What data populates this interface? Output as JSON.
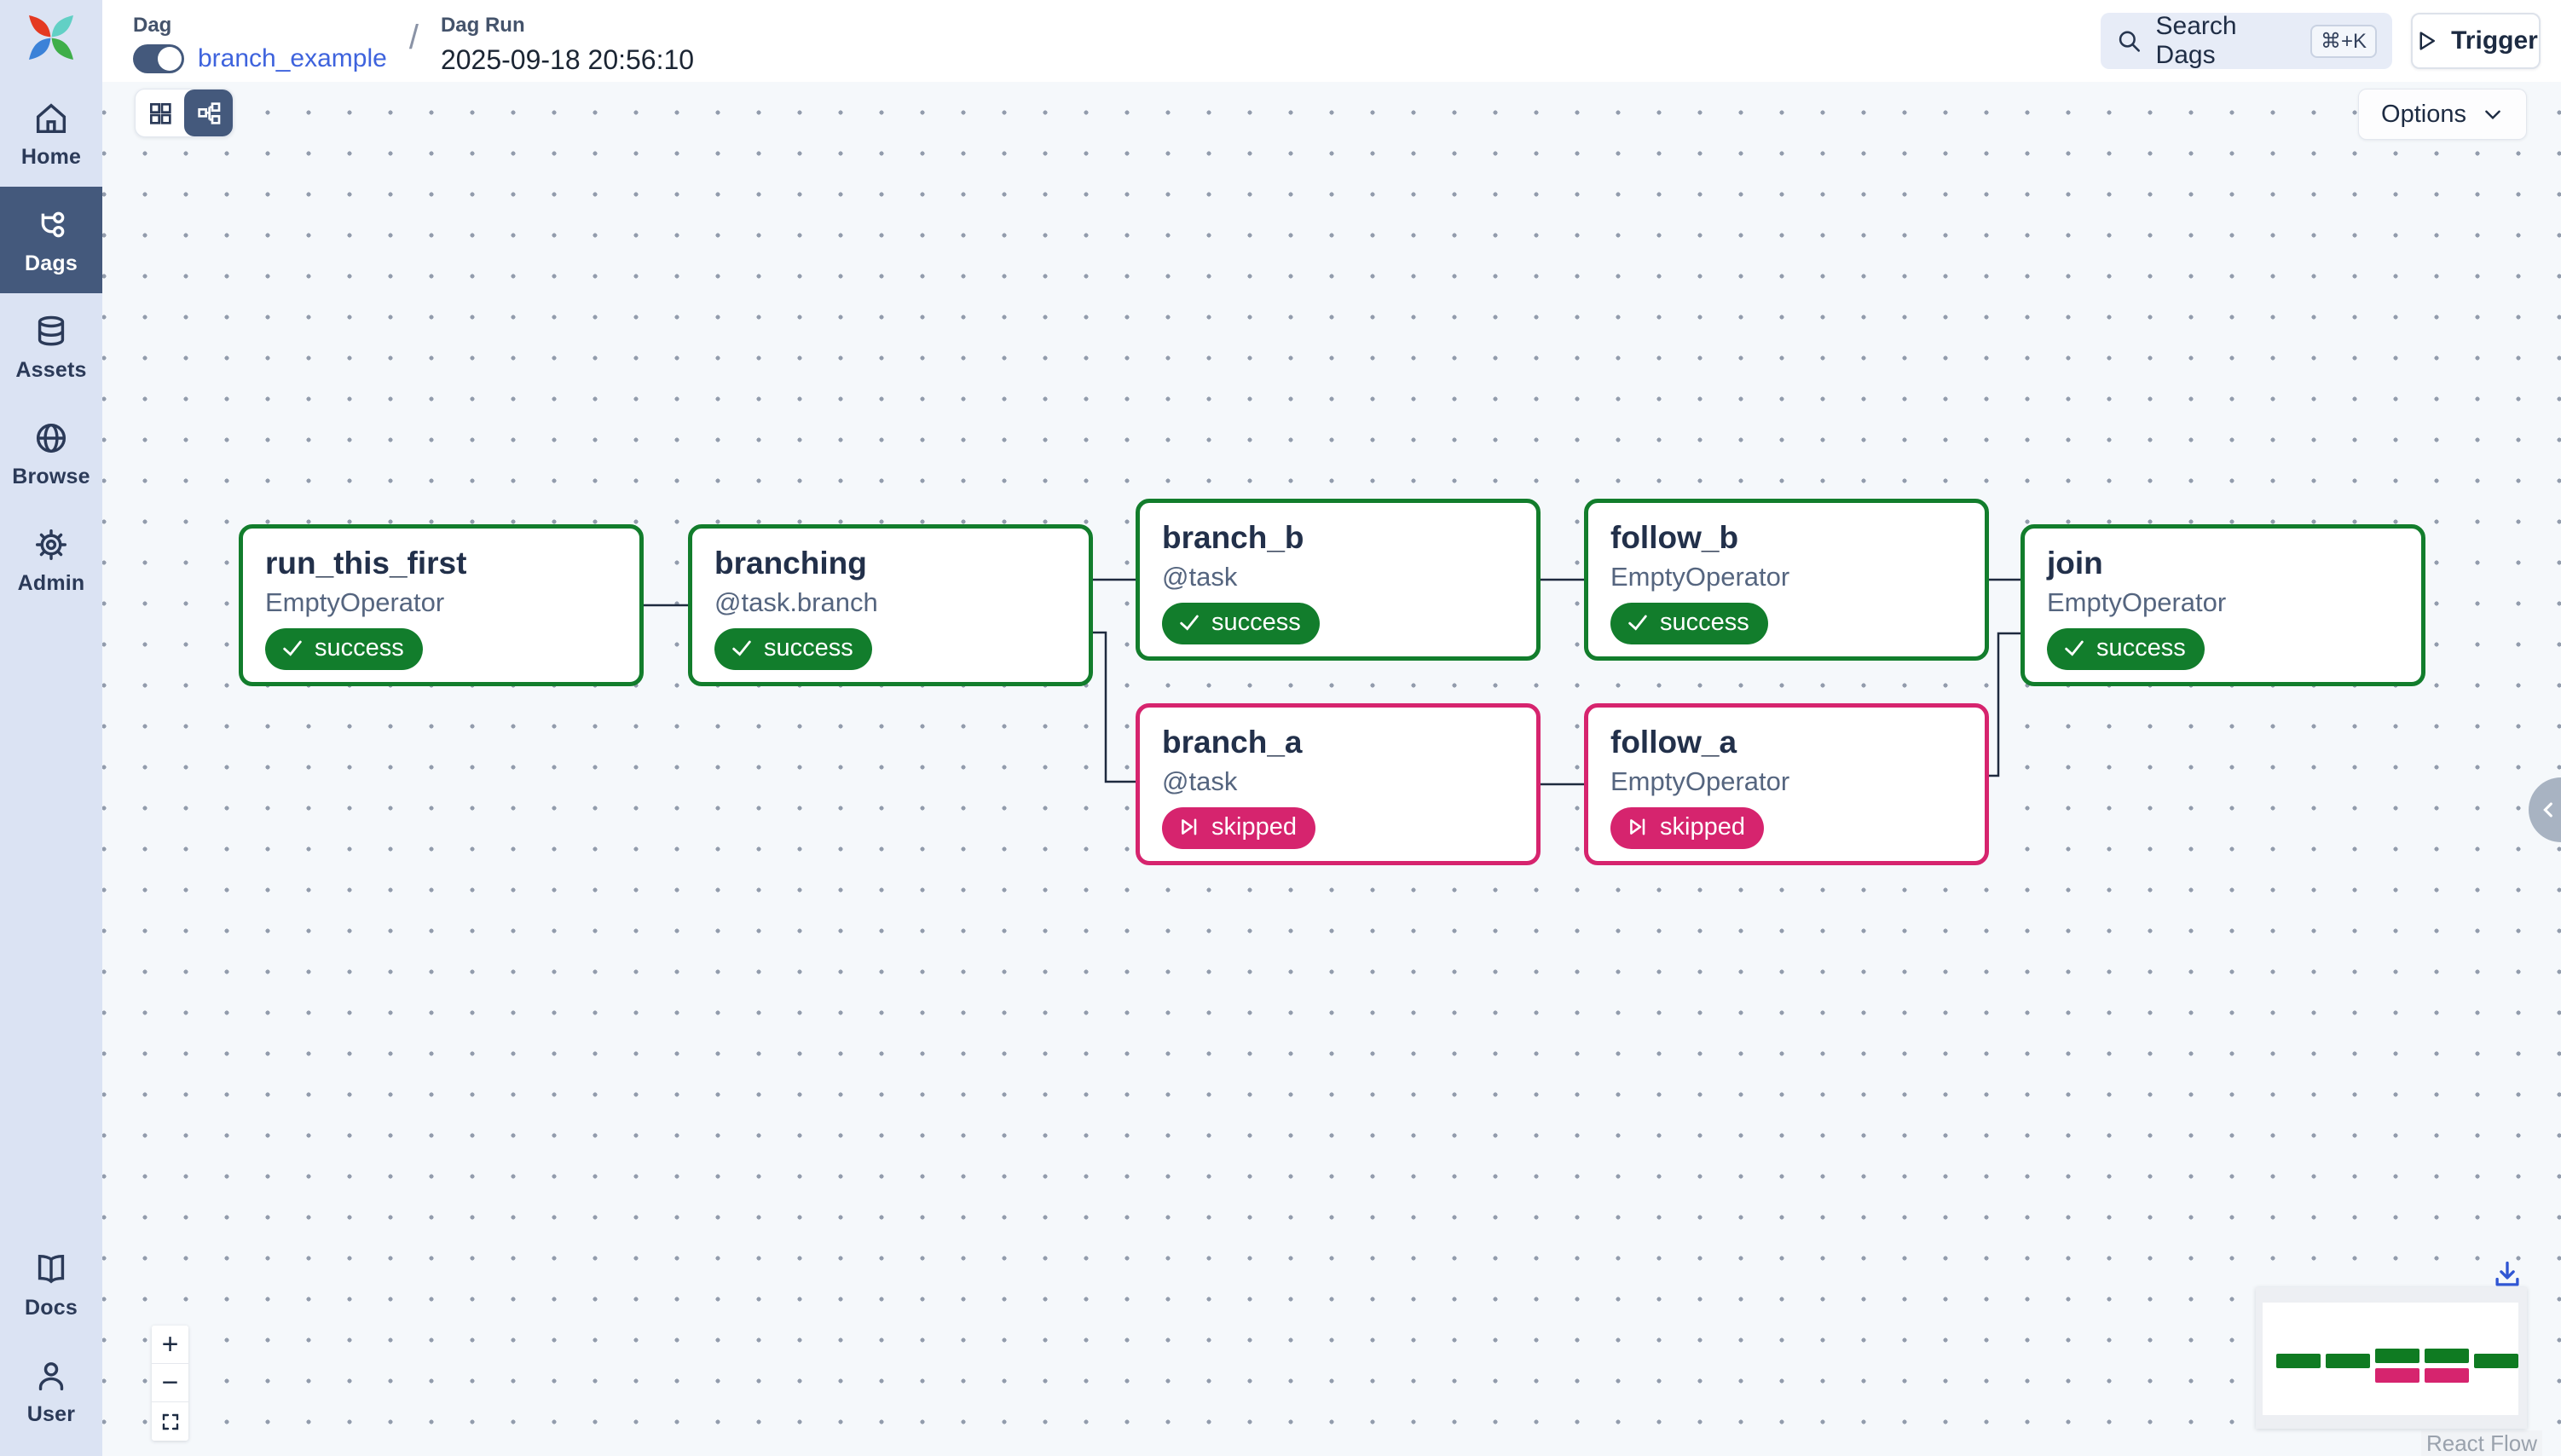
{
  "app": {
    "name": "Airflow"
  },
  "topbar": {
    "breadcrumb": {
      "dag_label": "Dag",
      "dag_name": "branch_example",
      "separator": "/",
      "dag_run_label": "Dag Run",
      "dag_run_value": "2025-09-18 20:56:10"
    },
    "search": {
      "placeholder": "Search Dags",
      "shortcut": "⌘+K",
      "icon": "search-icon"
    },
    "trigger": {
      "label": "Trigger",
      "icon": "play-icon"
    }
  },
  "sidebar": {
    "items": [
      {
        "label": "Home",
        "icon": "home-icon",
        "active": false
      },
      {
        "label": "Dags",
        "icon": "dag-graph-icon",
        "active": true
      },
      {
        "label": "Assets",
        "icon": "database-icon",
        "active": false
      },
      {
        "label": "Browse",
        "icon": "globe-icon",
        "active": false
      },
      {
        "label": "Admin",
        "icon": "gear-icon",
        "active": false
      }
    ],
    "footer_items": [
      {
        "label": "Docs",
        "icon": "book-icon"
      },
      {
        "label": "User",
        "icon": "person-icon"
      }
    ]
  },
  "graph": {
    "options_label": "Options",
    "view_modes": [
      {
        "name": "grid-view",
        "icon": "grid-icon",
        "active": false
      },
      {
        "name": "graph-view",
        "icon": "graph-icon",
        "active": true
      }
    ],
    "nodes": [
      {
        "id": "run_this_first",
        "title": "run_this_first",
        "operator": "EmptyOperator",
        "state": "success",
        "state_label": "success"
      },
      {
        "id": "branching",
        "title": "branching",
        "operator": "@task.branch",
        "state": "success",
        "state_label": "success"
      },
      {
        "id": "branch_b",
        "title": "branch_b",
        "operator": "@task",
        "state": "success",
        "state_label": "success"
      },
      {
        "id": "follow_b",
        "title": "follow_b",
        "operator": "EmptyOperator",
        "state": "success",
        "state_label": "success"
      },
      {
        "id": "join",
        "title": "join",
        "operator": "EmptyOperator",
        "state": "success",
        "state_label": "success"
      },
      {
        "id": "branch_a",
        "title": "branch_a",
        "operator": "@task",
        "state": "skipped",
        "state_label": "skipped"
      },
      {
        "id": "follow_a",
        "title": "follow_a",
        "operator": "EmptyOperator",
        "state": "skipped",
        "state_label": "skipped"
      }
    ],
    "edges": [
      "run_this_first->branching",
      "branching->branch_b",
      "branching->branch_a",
      "branch_b->follow_b",
      "branch_a->follow_a",
      "follow_b->join",
      "follow_a->join"
    ],
    "state_colors": {
      "success": "#127d2c",
      "skipped": "#d6246e"
    }
  },
  "controls": {
    "zoom_in": "+",
    "zoom_out": "−",
    "fit_view": "fit-view-icon",
    "download": "download-icon"
  },
  "minimap": {
    "note": "graph overview: 5 success nodes, 2 skipped nodes"
  },
  "attribution": {
    "label": "React Flow"
  },
  "colors": {
    "sidebar_bg": "#dbe3f3",
    "active_nav_bg": "#44597c",
    "canvas_bg": "#f5f8fb",
    "link_blue": "#3e63dd",
    "navy_text": "#22304a",
    "success_green": "#127d2c",
    "skipped_pink": "#d6246e",
    "download_blue": "#3056d3"
  }
}
